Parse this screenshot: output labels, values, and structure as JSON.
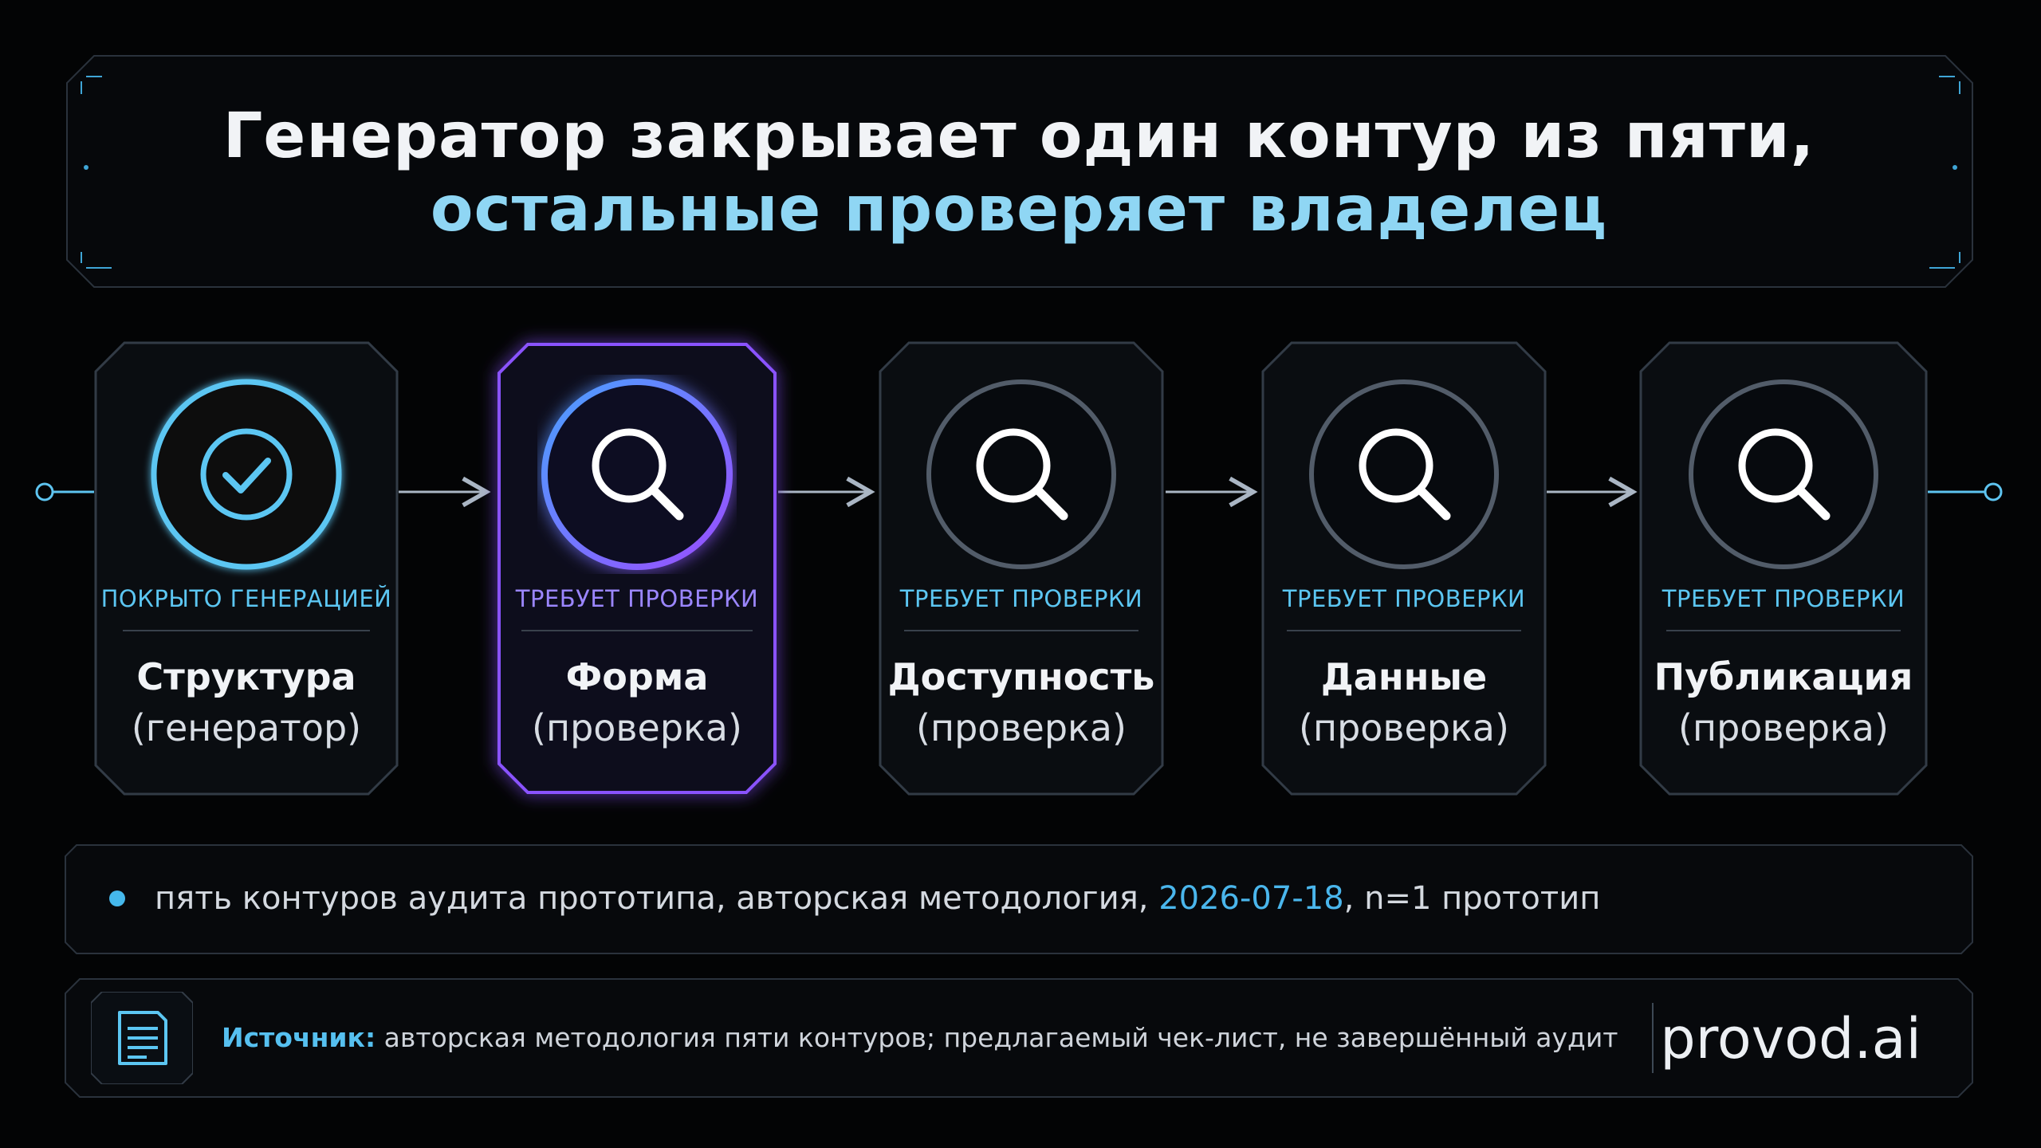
{
  "title": {
    "line1": "Генератор закрывает один контур из пяти,",
    "line2": "остальные проверяет владелец"
  },
  "colors": {
    "background": "#030405",
    "accent_cyan": "#8fd6f4",
    "accent_blue": "#45b8ec",
    "accent_violet": "#8a52ff",
    "frame": "#2a323c"
  },
  "nodes": [
    {
      "status": "ПОКРЫТО ГЕНЕРАЦИЕЙ",
      "name": "Структура",
      "sub": "(генератор)",
      "icon": "check-icon",
      "state": "covered"
    },
    {
      "status": "ТРЕБУЕТ ПРОВЕРКИ",
      "name": "Форма",
      "sub": "(проверка)",
      "icon": "magnifier-icon",
      "state": "active"
    },
    {
      "status": "ТРЕБУЕТ ПРОВЕРКИ",
      "name": "Доступность",
      "sub": "(проверка)",
      "icon": "magnifier-icon",
      "state": "pending"
    },
    {
      "status": "ТРЕБУЕТ ПРОВЕРКИ",
      "name": "Данные",
      "sub": "(проверка)",
      "icon": "magnifier-icon",
      "state": "pending"
    },
    {
      "status": "ТРЕБУЕТ ПРОВЕРКИ",
      "name": "Публикация",
      "sub": "(проверка)",
      "icon": "magnifier-icon",
      "state": "pending"
    }
  ],
  "note": {
    "text_before": "пять контуров аудита прототипа, авторская методология, ",
    "date": "2026-07-18",
    "text_after": ", n=1 прототип"
  },
  "footer": {
    "source_label": "Источник:",
    "source_text": " авторская методология пяти контуров; предлагаемый чек-лист, не завершённый аудит",
    "icon": "document-icon",
    "brand": "provod.ai"
  }
}
